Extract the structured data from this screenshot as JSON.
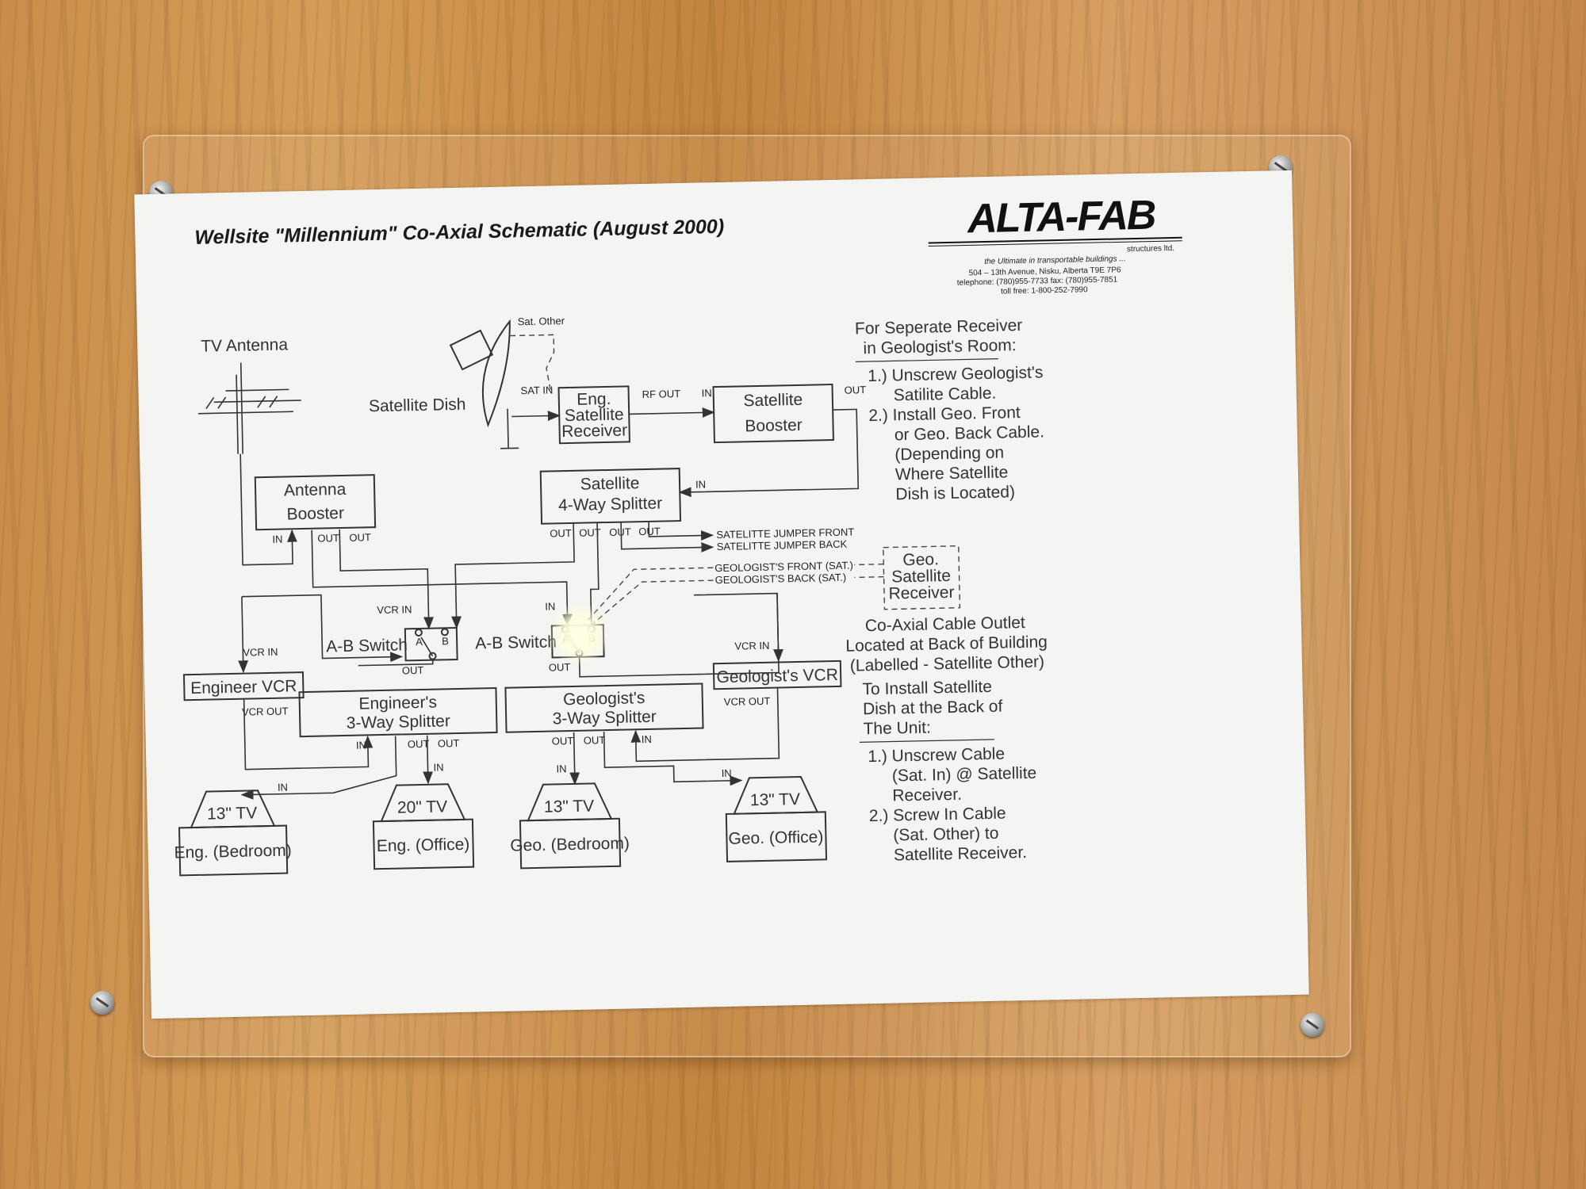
{
  "title": "Wellsite \"Millennium\" Co-Axial Schematic (August 2000)",
  "logo": {
    "name": "ALTA-FAB",
    "subname": "structures ltd.",
    "tagline": "the Ultimate in transportable buildings ...",
    "address": "504 – 13th Avenue, Nisku, Alberta T9E 7P6",
    "phone": "telephone: (780)955-7733 fax: (780)955-7851",
    "tollfree": "toll free: 1-800-252-7990"
  },
  "components": {
    "tv_antenna": "TV Antenna",
    "sat_dish": "Satellite Dish",
    "sat_other": "Sat. Other",
    "sat_in": "SAT IN",
    "eng_receiver": [
      "Eng.",
      "Satellite",
      "Receiver"
    ],
    "rf_out": "RF OUT",
    "in": "IN",
    "out": "OUT",
    "sat_booster": [
      "Satellite",
      "Booster"
    ],
    "antenna_booster": [
      "Antenna",
      "Booster"
    ],
    "sat_splitter": [
      "Satellite",
      "4-Way Splitter"
    ],
    "jumper_front": "SATELITTE JUMPER FRONT",
    "jumper_back": "SATELITTE JUMPER BACK",
    "geo_front": "GEOLOGIST'S FRONT (SAT.)",
    "geo_back": "GEOLOGIST'S BACK (SAT.)",
    "geo_receiver": [
      "Geo.",
      "Satellite",
      "Receiver"
    ],
    "vcr_in": "VCR IN",
    "vcr_out": "VCR OUT",
    "ab_switch": "A-B Switch",
    "ab_switch2": "A-B Switch",
    "a": "A",
    "b": "B",
    "engineer_vcr": "Engineer VCR",
    "geologist_vcr": "Geologist's VCR",
    "eng_splitter": [
      "Engineer's",
      "3-Way Splitter"
    ],
    "geo_splitter": [
      "Geologist's",
      "3-Way Splitter"
    ]
  },
  "tvs": [
    {
      "size": "13\" TV",
      "room": "Eng. (Bedroom)"
    },
    {
      "size": "20\" TV",
      "room": "Eng. (Office)"
    },
    {
      "size": "13\" TV",
      "room": "Geo. (Bedroom)"
    },
    {
      "size": "13\" TV",
      "room": "Geo. (Office)"
    }
  ],
  "notes": {
    "separate_title": [
      "For Seperate Receiver",
      "in Geologist's Room:"
    ],
    "separate_steps": [
      "1.) Unscrew Geologist's",
      "Satilite Cable.",
      "2.) Install Geo. Front",
      "or Geo. Back Cable.",
      "(Depending on",
      "Where Satellite",
      "Dish is Located)"
    ],
    "outlet": [
      "Co-Axial Cable Outlet",
      "Located at Back of Building",
      "(Labelled - Satellite Other)"
    ],
    "install_title": [
      "To Install Satellite",
      "Dish at the Back of",
      "The Unit:"
    ],
    "install_steps": [
      "1.) Unscrew Cable",
      "(Sat. In) @ Satellite",
      "Receiver.",
      "2.) Screw In Cable",
      "(Sat. Other) to",
      "Satellite Receiver."
    ]
  }
}
